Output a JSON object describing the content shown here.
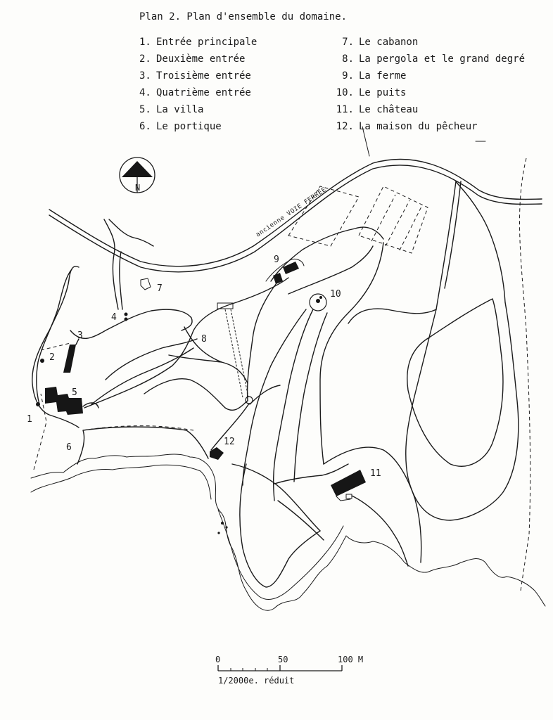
{
  "title": "Plan 2. Plan d'ensemble du domaine.",
  "legend_left": [
    {
      "num": "1.",
      "label": "Entrée principale"
    },
    {
      "num": "2.",
      "label": "Deuxième entrée"
    },
    {
      "num": "3.",
      "label": "Troisième entrée"
    },
    {
      "num": "4.",
      "label": "Quatrième entrée"
    },
    {
      "num": "5.",
      "label": "La villa"
    },
    {
      "num": "6.",
      "label": "Le portique"
    }
  ],
  "legend_right": [
    {
      "num": "7.",
      "label": "Le cabanon"
    },
    {
      "num": "8.",
      "label": "La pergola et le grand degré"
    },
    {
      "num": "9.",
      "label": "La ferme"
    },
    {
      "num": "10.",
      "label": "Le puits"
    },
    {
      "num": "11.",
      "label": "Le château"
    },
    {
      "num": "12.",
      "label": "La maison du pêcheur"
    }
  ],
  "map": {
    "rail_label": "ancienne VOIE FERRÉE",
    "north_letter": "N",
    "markers": [
      "1",
      "2",
      "3",
      "4",
      "5",
      "6",
      "7",
      "8",
      "9",
      "10",
      "11",
      "12"
    ]
  },
  "scale": {
    "ticks": [
      "0",
      "50",
      "100 M"
    ],
    "ratio": "1/2000e. réduit"
  }
}
